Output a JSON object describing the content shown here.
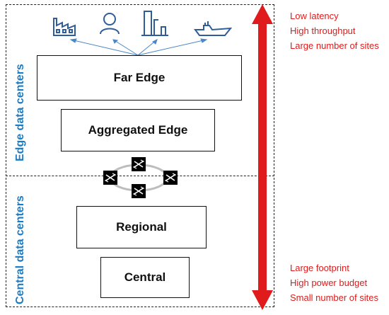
{
  "regions": {
    "edge_label": "Edge data centers",
    "central_label": "Central data centers"
  },
  "tiers": {
    "far_edge": "Far Edge",
    "aggregated_edge": "Aggregated Edge",
    "regional": "Regional",
    "central": "Central"
  },
  "top_properties": [
    "Low latency",
    "High throughput",
    "Large number of sites"
  ],
  "bottom_properties": [
    "Large footprint",
    "High power budget",
    "Small number of sites"
  ],
  "icons": [
    "factory-icon",
    "person-icon",
    "building-icon",
    "ship-icon",
    "switch-icon"
  ],
  "colors": {
    "label_blue": "#1b7bc4",
    "arrow_red": "#e01b1b",
    "icon_blue": "#2f5d9a",
    "link_blue": "#4a86c8"
  }
}
